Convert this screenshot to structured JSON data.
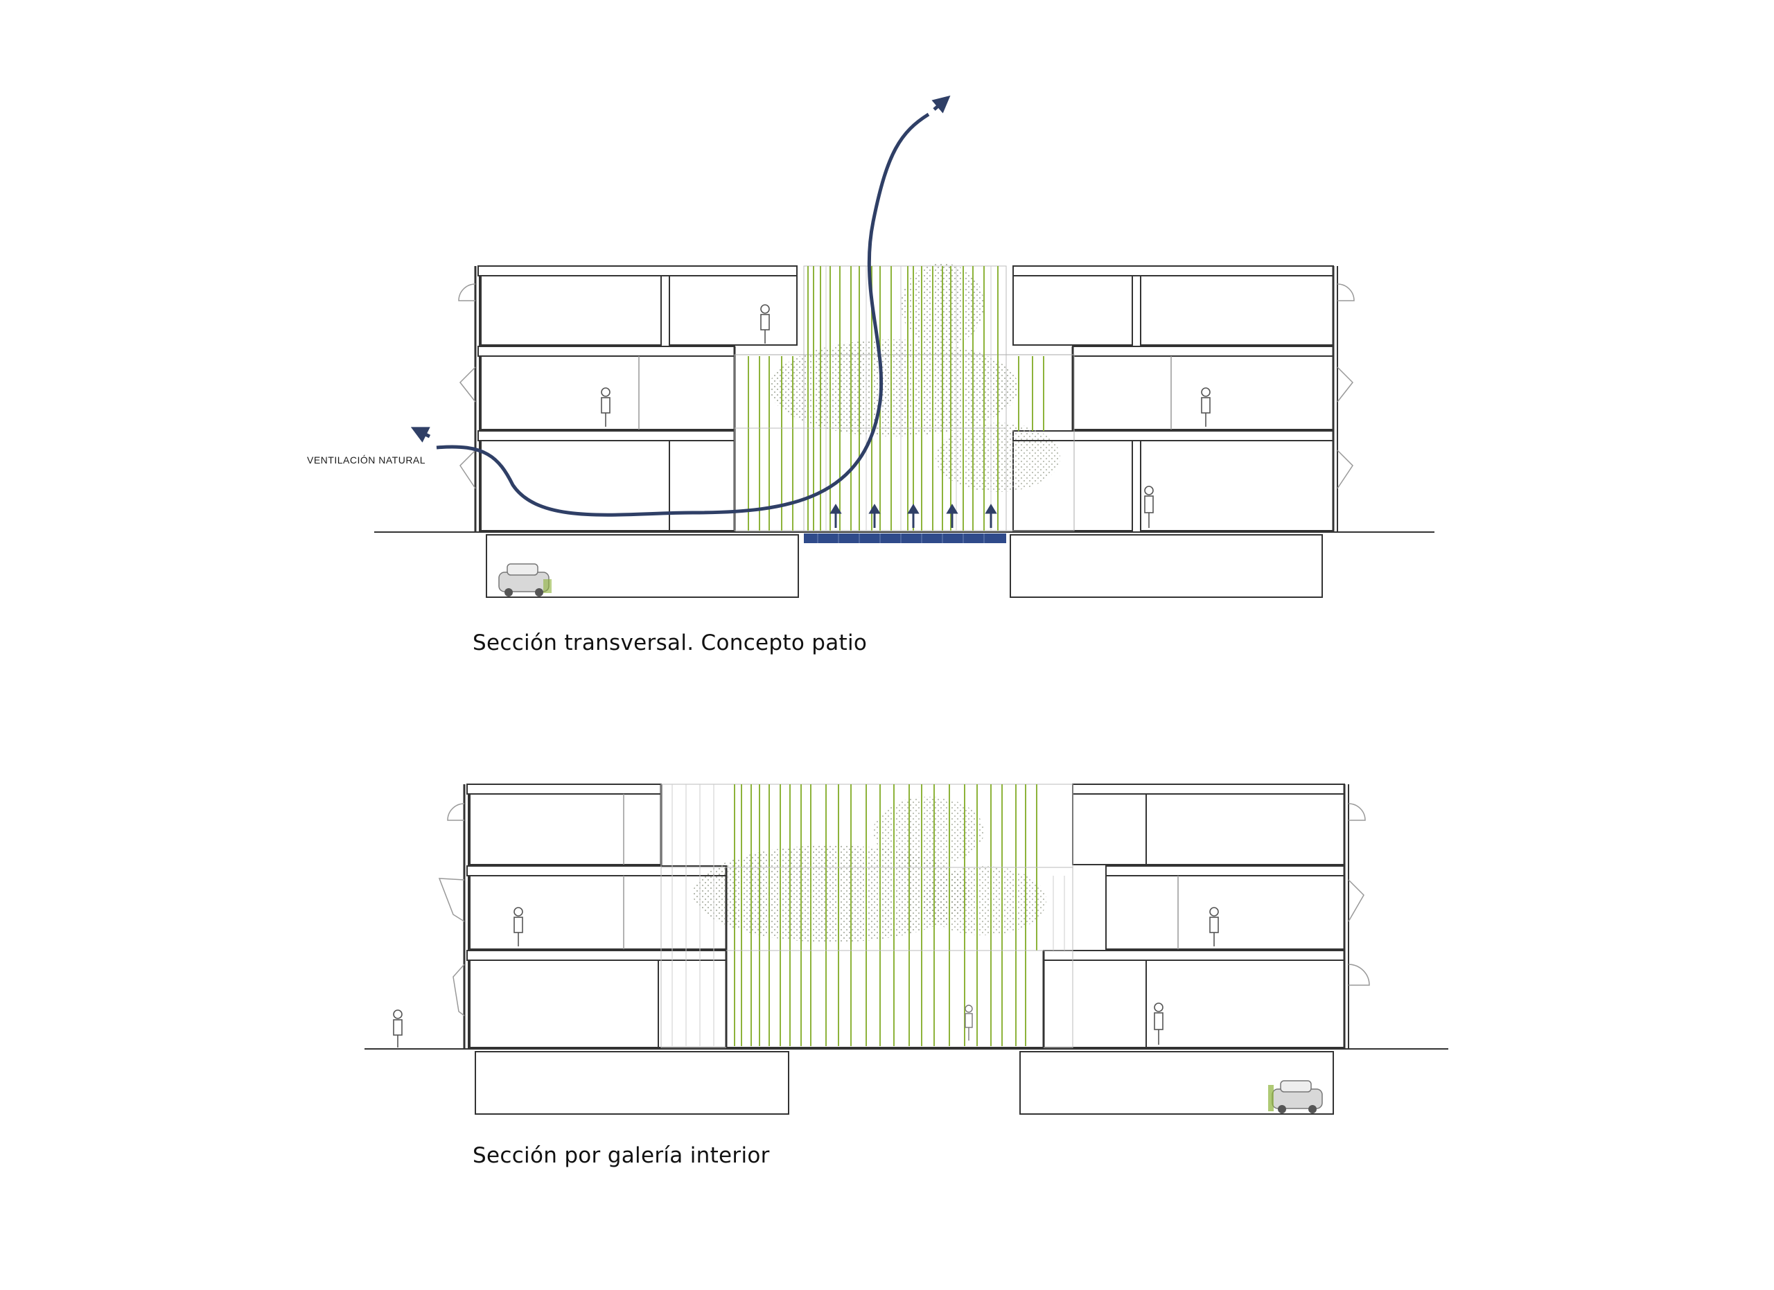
{
  "sections": [
    {
      "caption": "Sección transversal. Concepto patio",
      "annotation": "VENTILACIÓN NATURAL"
    },
    {
      "caption": "Sección por galería interior"
    }
  ],
  "colors": {
    "line": "#333333",
    "thin_line": "#999999",
    "vegetation": "#8db33a",
    "ventilation_arrow": "#2f3f66",
    "water": "#2f4a8a"
  }
}
